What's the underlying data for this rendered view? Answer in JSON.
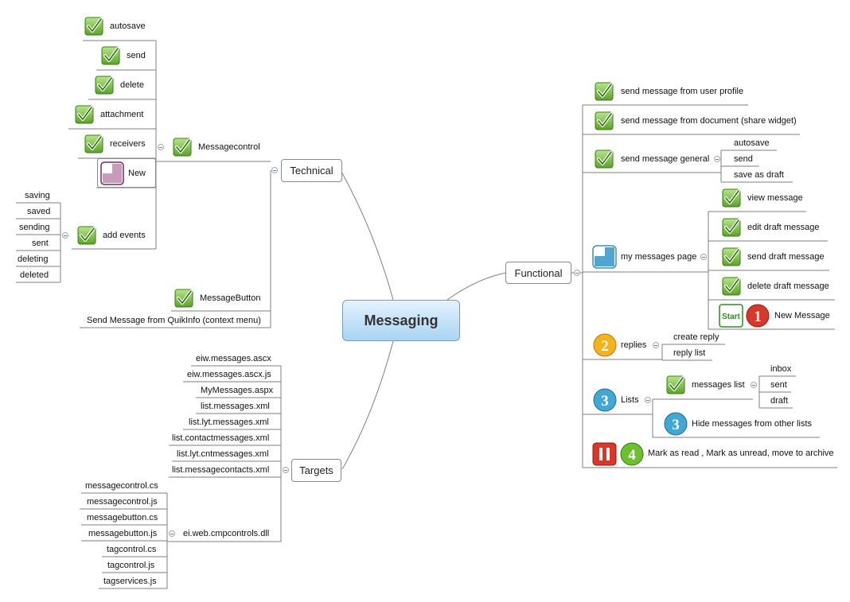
{
  "center": "Messaging",
  "technical": {
    "title": "Technical",
    "messagecontrol": "Messagecontrol",
    "items": [
      "autosave",
      "send",
      "delete",
      "attachment",
      "receivers",
      "New"
    ],
    "add_events": "add events",
    "events": [
      "saving",
      "saved",
      "sending",
      "sent",
      "deleting",
      "deleted"
    ],
    "messagebutton": "MessageButton",
    "quickinfo": "Send Message from QuikInfo (context menu)"
  },
  "targets": {
    "title": "Targets",
    "files": [
      "eiw.messages.ascx",
      "eiw.messages.ascx.js",
      "MyMessages.aspx",
      "list.messages.xml",
      "list.lyt.messages.xml",
      "list.contactmessages.xml",
      "list.lyt.cntmessages.xml",
      "list.messagecontacts.xml"
    ],
    "dll": "ei.web.cmpcontrols.dll",
    "dll_files": [
      "messagecontrol.cs",
      "messagecontrol.js",
      "messagebutton.cs",
      "messagebutton.js",
      "tagcontrol.cs",
      "tagcontrol.js",
      "tagservices.js"
    ]
  },
  "functional": {
    "title": "Functional",
    "profile": "send message from user profile",
    "document": "send message from document (share widget)",
    "general": "send message general",
    "general_items": [
      "autosave",
      "send",
      "save as draft"
    ],
    "mymessages": "my messages page",
    "mymessages_items": [
      "view message",
      "edit draft message",
      "send draft message",
      "delete draft message",
      "New Message"
    ],
    "start_label": "Start",
    "replies": "replies",
    "replies_items": [
      "create reply",
      "reply list"
    ],
    "lists": "Lists",
    "messages_list": "messages list",
    "messages_list_items": [
      "inbox",
      "sent",
      "draft"
    ],
    "hide": "Hide messages from other lists",
    "mark": "Mark as read , Mark as unread, move to archive",
    "badges": {
      "one": "1",
      "two": "2",
      "three": "3",
      "four": "4"
    }
  },
  "colors": {
    "check": "#6cbf2f",
    "line": "#7f7f7f",
    "center_fill": "#bcdcf5"
  }
}
